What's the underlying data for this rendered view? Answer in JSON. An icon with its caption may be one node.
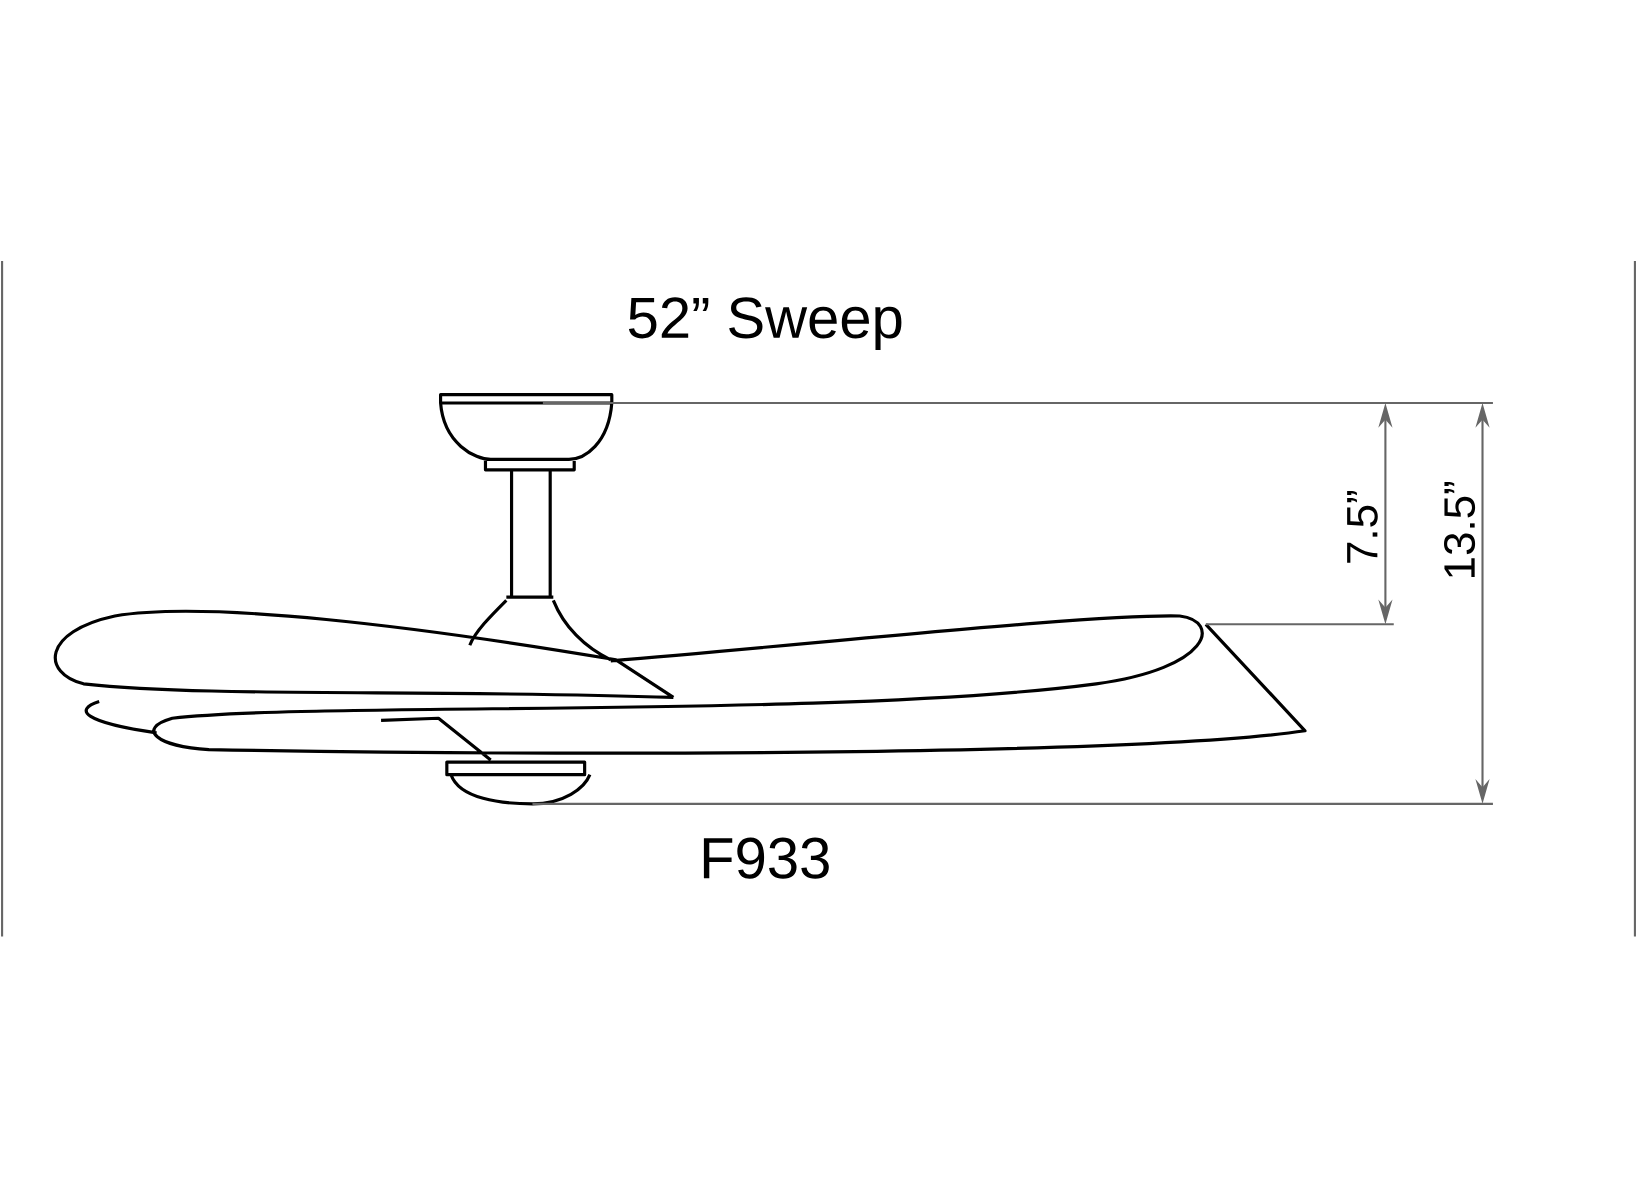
{
  "diagram": {
    "labels": [
      "52” Sweep",
      "7.5”",
      "13.5”",
      "F933"
    ]
  }
}
